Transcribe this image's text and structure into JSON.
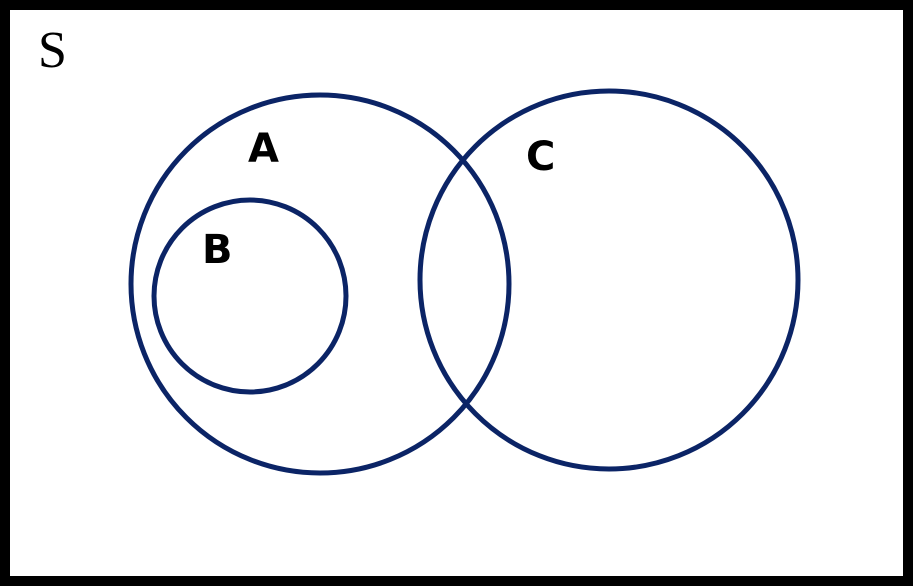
{
  "diagram": {
    "universe_label": "S",
    "sets": [
      {
        "id": "A",
        "label": "A"
      },
      {
        "id": "B",
        "label": "B"
      },
      {
        "id": "C",
        "label": "C"
      }
    ],
    "colors": {
      "circle_stroke": "#0b2466",
      "border": "#000000",
      "background": "#ffffff"
    }
  }
}
